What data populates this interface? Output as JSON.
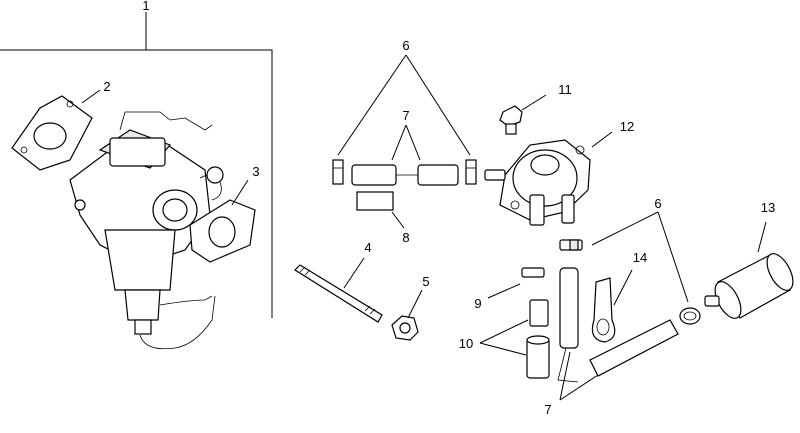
{
  "diagram": {
    "callouts": [
      {
        "id": "1",
        "label": "1"
      },
      {
        "id": "2",
        "label": "2"
      },
      {
        "id": "3",
        "label": "3"
      },
      {
        "id": "4",
        "label": "4"
      },
      {
        "id": "5",
        "label": "5"
      },
      {
        "id": "6a",
        "label": "6"
      },
      {
        "id": "6b",
        "label": "6"
      },
      {
        "id": "7a",
        "label": "7"
      },
      {
        "id": "7b",
        "label": "7"
      },
      {
        "id": "8",
        "label": "8"
      },
      {
        "id": "9",
        "label": "9"
      },
      {
        "id": "10",
        "label": "10"
      },
      {
        "id": "11",
        "label": "11"
      },
      {
        "id": "12",
        "label": "12"
      },
      {
        "id": "13",
        "label": "13"
      },
      {
        "id": "14",
        "label": "14"
      }
    ]
  }
}
